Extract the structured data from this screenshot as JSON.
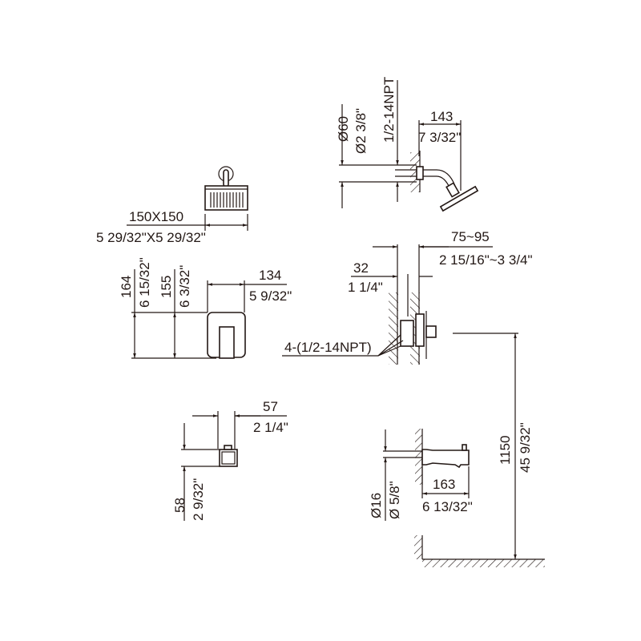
{
  "shower_head": {
    "diameter_mm": "Ø60",
    "diameter_in": "Ø2 3/8\"",
    "thread": "1/2-14NPT",
    "reach_mm": "143",
    "reach_in": "7 3/32\"",
    "size_mm": "150X150",
    "size_in": "5 29/32\"X5 29/32\""
  },
  "trim_plate": {
    "height_mm": "164",
    "height_in": "6 15/32\"",
    "inner_height_mm": "155",
    "inner_height_in": "6 3/32\"",
    "width_mm": "134",
    "width_in": "5 9/32\""
  },
  "valve": {
    "wall_range_mm": "75~95",
    "wall_range_in": "2 15/16\"~3 3/4\"",
    "depth_mm": "32",
    "depth_in": "1 1/4\"",
    "connections": "4-(1/2-14NPT)",
    "height_mm": "1150",
    "height_in": "45 9/32\""
  },
  "diverter": {
    "width_mm": "57",
    "width_in": "2 1/4\"",
    "height_mm": "58",
    "height_in": "2 9/32\""
  },
  "tub_spout": {
    "pipe_mm": "Ø16",
    "pipe_in": "Ø 5/8\"",
    "length_mm": "163",
    "length_in": "6 13/32\""
  }
}
